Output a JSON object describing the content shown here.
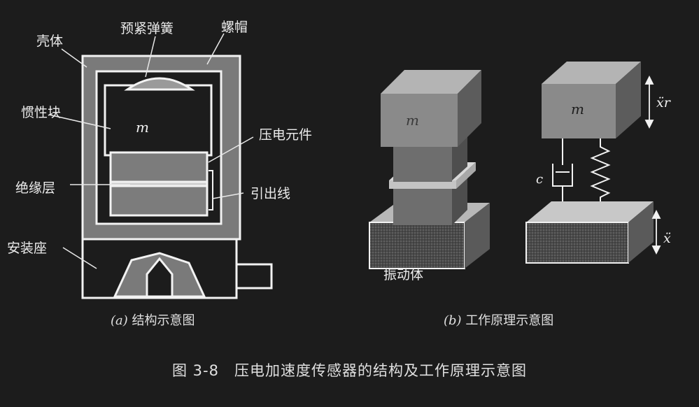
{
  "part_a": {
    "labels": {
      "shell": "壳体",
      "preload_spring": "预紧弹簧",
      "nut": "螺帽",
      "inertial_mass": "惯性块",
      "piezo_element": "压电元件",
      "insulation_layer": "绝缘层",
      "lead_wire": "引出线",
      "mounting_base": "安装座"
    },
    "mass_symbol": "m",
    "caption_letter": "(a)",
    "caption_text": "结构示意图"
  },
  "part_b": {
    "mass_symbol_left": "m",
    "mass_symbol_right": "m",
    "damper_symbol": "c",
    "vibrating_body": "振动体",
    "relative_accel_symbol": "ẍr",
    "base_accel_symbol": "ẍ",
    "caption_letter": "(b)",
    "caption_text": "工作原理示意图"
  },
  "figure_caption": "图 3-8　压电加速度传感器的结构及工作原理示意图",
  "colors": {
    "background": "#1c1c1c",
    "outline": "#f2f2f2",
    "block_face": "#8a8a8a",
    "block_top": "#b8b8b8",
    "block_side": "#5a5a5a"
  }
}
